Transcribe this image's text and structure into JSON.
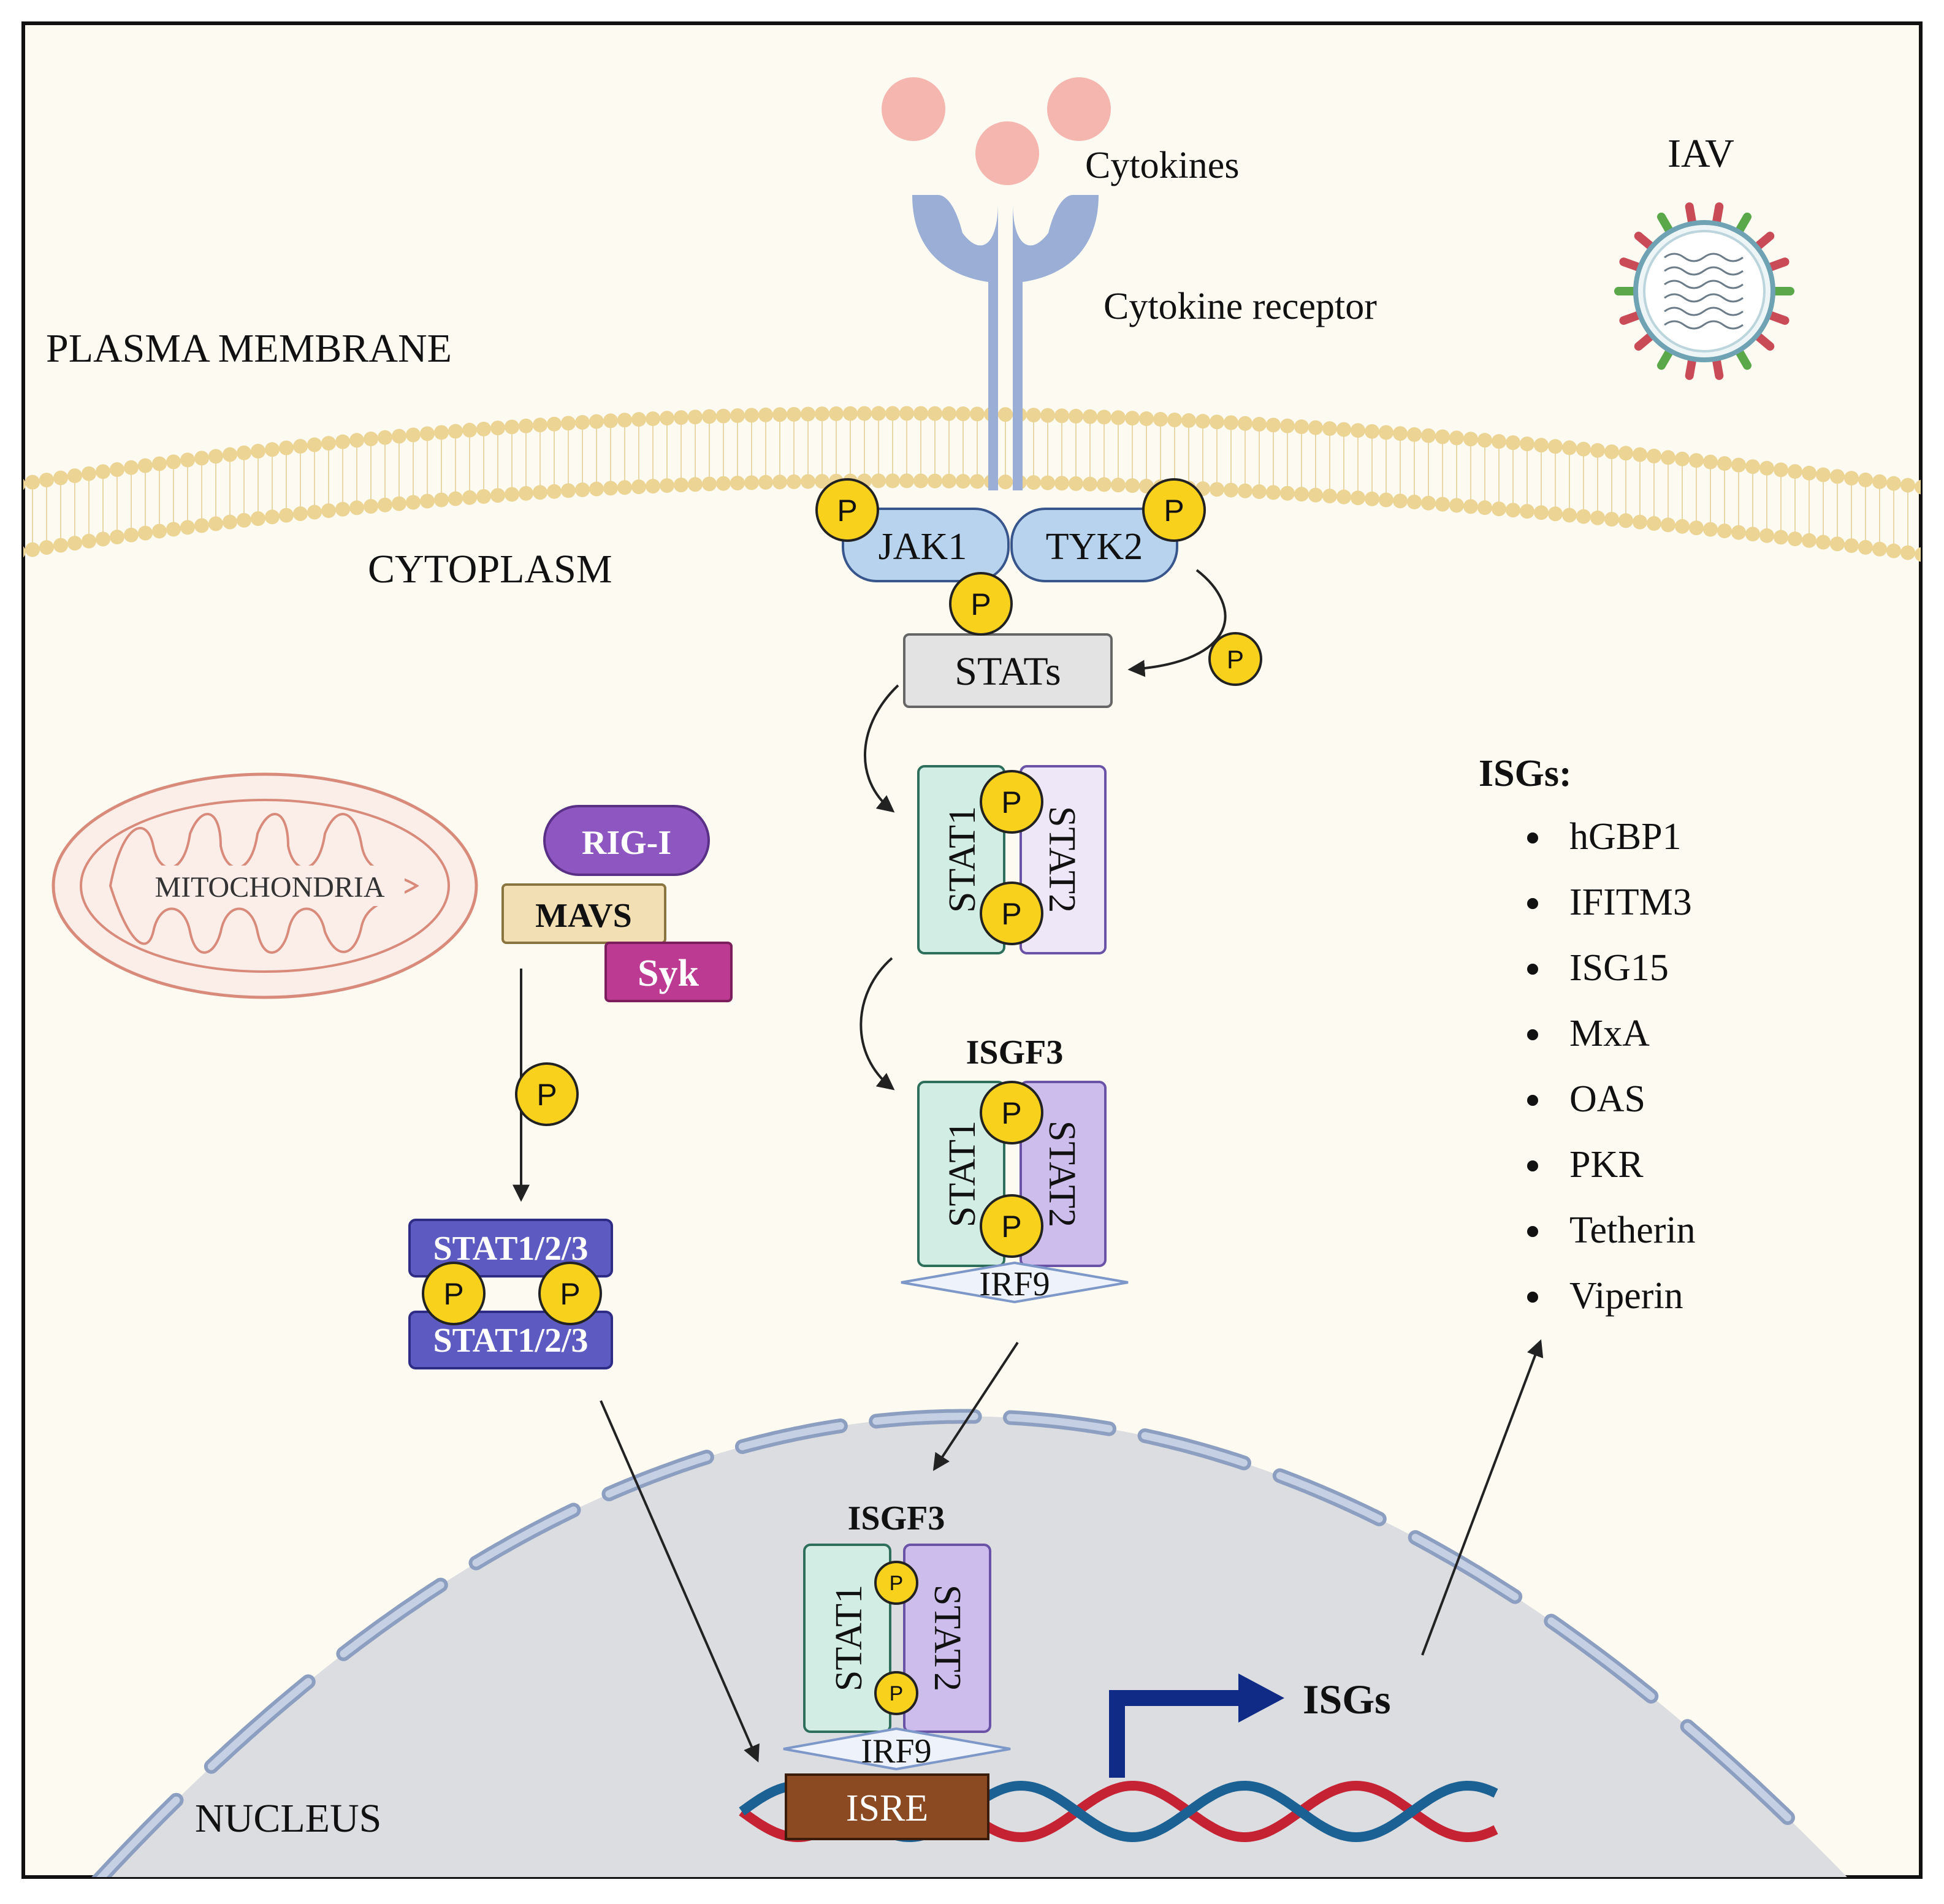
{
  "regions": {
    "plasma_membrane": "PLASMA MEMBRANE",
    "cytoplasm": "CYTOPLASM",
    "nucleus": "NUCLEUS",
    "mitochondria": "MITOCHONDRIA"
  },
  "extracellular": {
    "cytokines": "Cytokines",
    "cytokine_receptor": "Cytokine receptor",
    "virus": "IAV"
  },
  "kinases": {
    "jak1": "JAK1",
    "tyk2": "TYK2"
  },
  "phospho": "P",
  "stats": "STATs",
  "dimer": {
    "stat1": "STAT1",
    "stat2": "STAT2"
  },
  "isgf3": {
    "label": "ISGF3",
    "stat1": "STAT1",
    "stat2": "STAT2",
    "irf9": "IRF9"
  },
  "nuclear_isgf3": {
    "label": "ISGF3",
    "stat1": "STAT1",
    "stat2": "STAT2",
    "irf9": "IRF9"
  },
  "rig_pathway": {
    "rig_i": "RIG-I",
    "mavs": "MAVS",
    "syk": "Syk"
  },
  "stat123": {
    "top": "STAT1/2/3",
    "bottom": "STAT1/2/3"
  },
  "promoter": {
    "isre": "ISRE",
    "output": "ISGs"
  },
  "isg_list": {
    "title": "ISGs:",
    "items": [
      "hGBP1",
      "IFITM3",
      "ISG15",
      "MxA",
      "OAS",
      "PKR",
      "Tetherin",
      "Viperin"
    ]
  },
  "colors": {
    "background": "#fdfbf1",
    "membrane_bead": "#ecd494",
    "nucleus_fill": "#dcdde1",
    "receptor": "#9baed6",
    "kinase": "#b7d3ee",
    "phospho": "#f7d11c",
    "stat1": "#d2ede4",
    "stat2": "#ede7f8",
    "stat2_active": "#cdbdec",
    "rig_i": "#8e56c0",
    "mavs": "#f2dfb4",
    "syk": "#bd3a93",
    "stat123": "#5d5bc2",
    "isre": "#8b4a22",
    "dna_red": "#c52233",
    "dna_blue": "#1c6194",
    "promoter_arrow": "#0f2b85"
  }
}
